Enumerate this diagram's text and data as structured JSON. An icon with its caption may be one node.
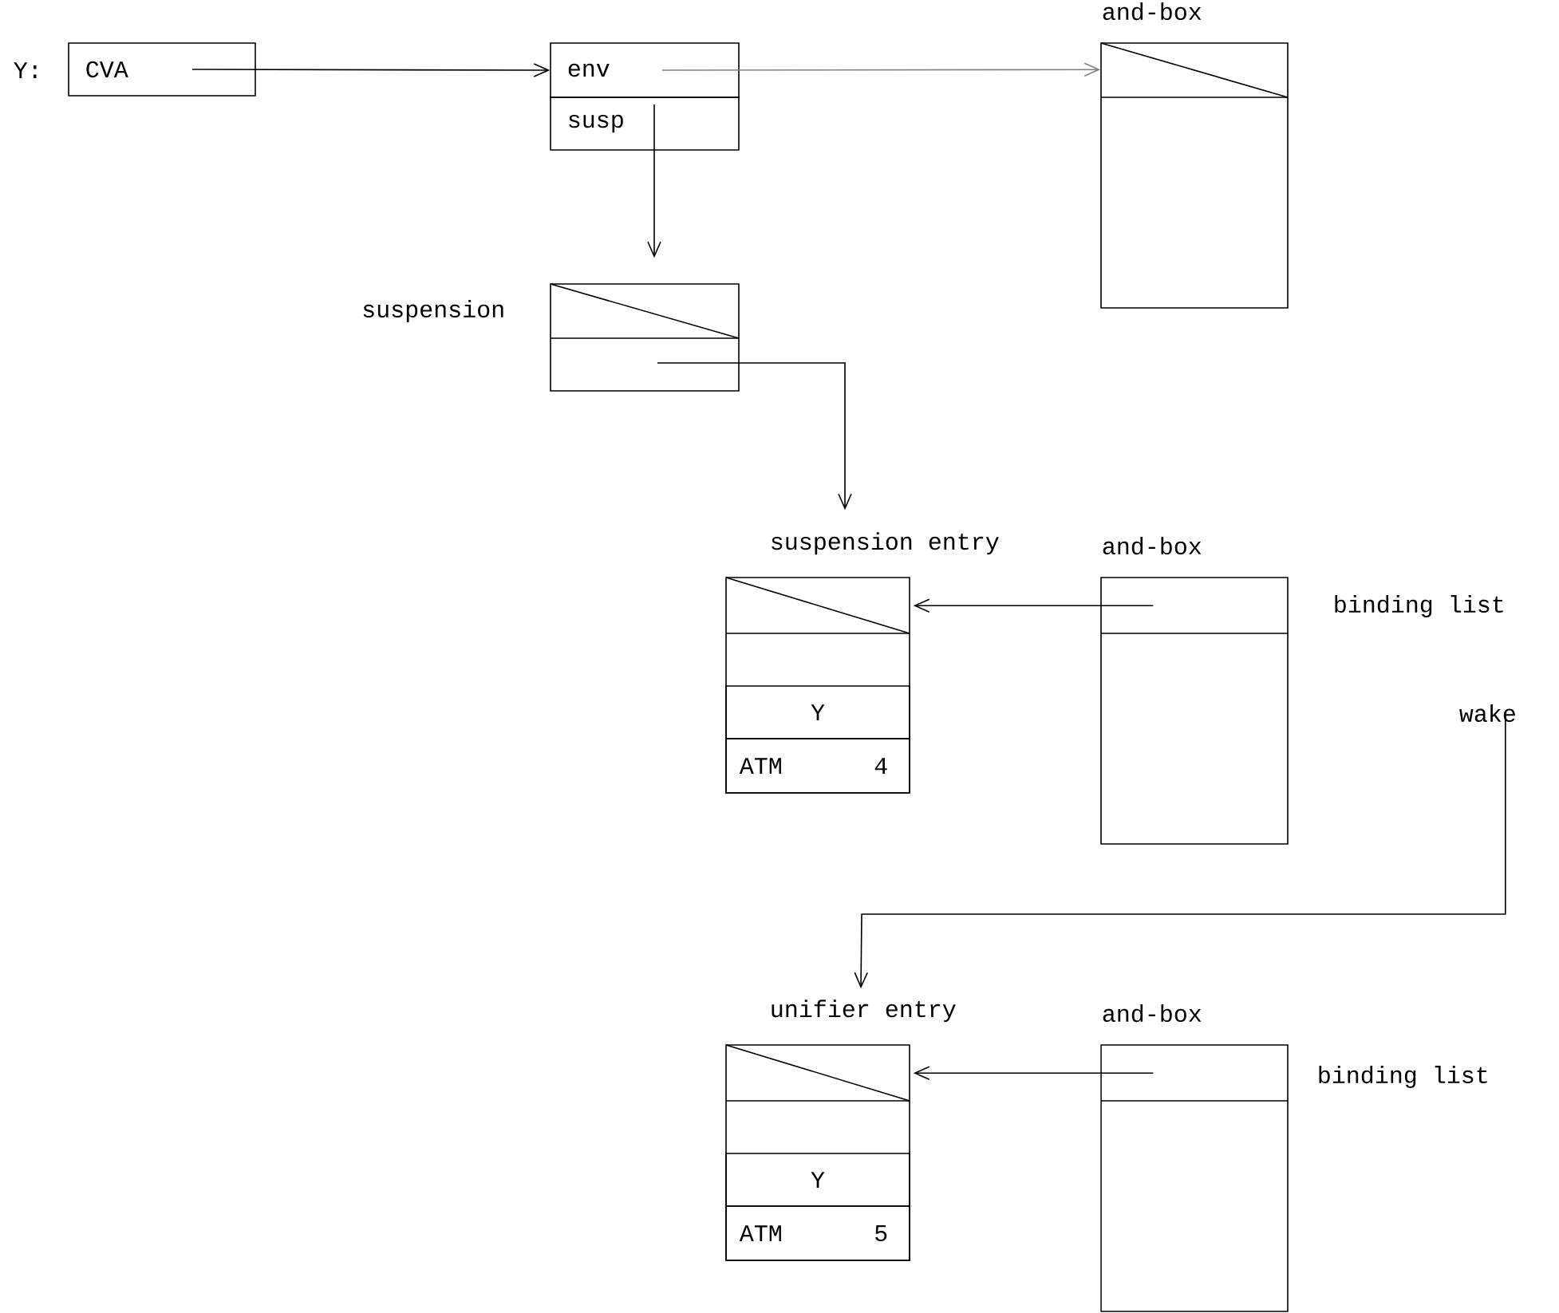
{
  "diagram": {
    "nodes": [
      {
        "text": [
          "CVA"
        ],
        "beside": [
          "Y:"
        ]
      },
      {
        "text": [
          "env"
        ]
      },
      {
        "text": [
          "susp"
        ]
      },
      {
        "text": [
          "and-box"
        ]
      },
      {
        "text": [
          "suspension"
        ]
      },
      {
        "text": [
          "suspension entry"
        ]
      },
      {
        "text": [
          "Y"
        ],
        "in": 5
      },
      {
        "text": [
          "ATM",
          "4"
        ],
        "in": 5
      },
      {
        "text": [
          "and-box"
        ],
        "beside": [
          "binding list"
        ]
      },
      {
        "text": [
          "wake"
        ]
      },
      {
        "text": [
          "unifier entry"
        ]
      },
      {
        "text": [
          "Y"
        ],
        "in": 10
      },
      {
        "text": [
          "ATM",
          "5"
        ],
        "in": 10
      },
      {
        "text": [
          "and-box"
        ],
        "beside": [
          "binding list"
        ]
      }
    ],
    "edges": [
      {
        "from": 0,
        "to": 1,
        "arrow": "to"
      },
      {
        "from": 1,
        "to": 3,
        "arrow": "to",
        "color": "#808080"
      },
      {
        "from": 2,
        "to": 4,
        "arrow": "to"
      },
      {
        "from": 4,
        "to": 5,
        "arrow": "to"
      },
      {
        "from": 8,
        "to": 5,
        "arrow": "to"
      },
      {
        "from": 9,
        "to": 10,
        "arrow": "to"
      },
      {
        "from": 13,
        "to": 10,
        "arrow": "to"
      }
    ]
  }
}
